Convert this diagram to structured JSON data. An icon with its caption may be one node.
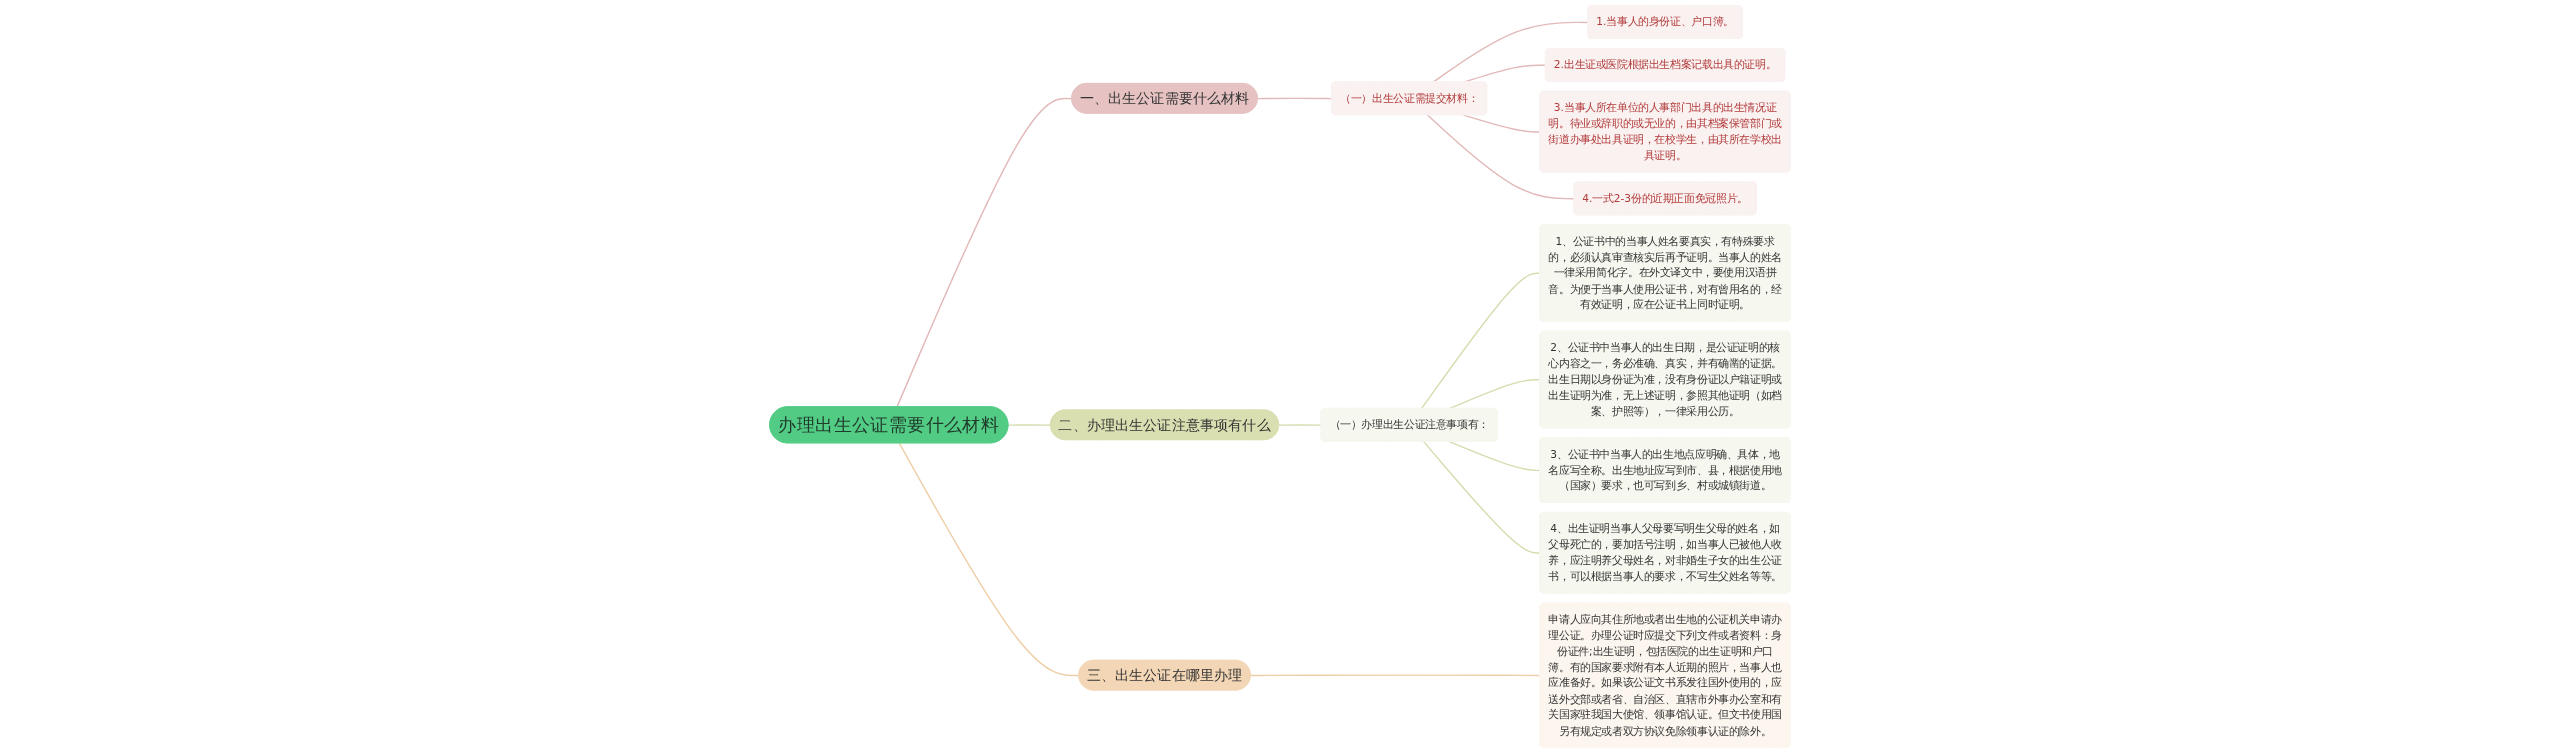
{
  "diagram": {
    "nodes": [
      {
        "text": [
          "办理出生公证需要什么材料"
        ]
      },
      {
        "text": [
          "一、出生公证需要什么材料"
        ]
      },
      {
        "text": [
          "（一）出生公证需提交材料："
        ]
      },
      {
        "text": [
          "1.当事人的身份证、户口簿。"
        ]
      },
      {
        "text": [
          "2.出生证或医院根据出生档案记载出具的证明。"
        ]
      },
      {
        "text": [
          "3.当事人所在单位的人事部门出具的出生情况证明。待业或辞职的或无业的，由其档案保管部门或街道办事处出具证明，在校学生，由其所在学校出具证明。"
        ]
      },
      {
        "text": [
          "4.一式2-3份的近期正面免冠照片。"
        ]
      },
      {
        "text": [
          "二、办理出生公证注意事项有什么"
        ]
      },
      {
        "text": [
          "（一）办理出生公证注意事项有："
        ]
      },
      {
        "text": [
          "1、公证书中的当事人姓名要真实，有特殊要求的，必须认真审查核实后再予证明。当事人的姓名一律采用简化字。在外文译文中，要使用汉语拼音。为便于当事人使用公证书，对有曾用名的，经有效证明，应在公证书上同时证明。"
        ]
      },
      {
        "text": [
          "2、公证书中当事人的出生日期，是公证证明的核心内容之一，务必准确、真实，并有确凿的证据。出生日期以身份证为准，没有身份证以户籍证明或出生证明为准，无上述证明，参照其他证明（如档案、护照等），一律采用公历。"
        ]
      },
      {
        "text": [
          "3、公证书中当事人的出生地点应明确、具体，地名应写全称。出生地址应写到市、县，根据使用地（国家）要求，也可写到乡、村或城镇街道。"
        ]
      },
      {
        "text": [
          "4、出生证明当事人父母要写明生父母的姓名，如父母死亡的，要加括号注明，如当事人已被他人收养，应注明养父母姓名，对非婚生子女的出生公证书，可以根据当事人的要求，不写生父姓名等等。"
        ]
      },
      {
        "text": [
          "三、出生公证在哪里办理"
        ]
      },
      {
        "text": [
          "申请人应向其住所地或者出生地的公证机关申请办理公证。办理公证时应提交下列文件或者资料：身份证件;出生证明，包括医院的出生证明和户口簿。有的国家要求附有本人近期的照片，当事人也应准备好。如果该公证文书系发往国外使用的，应送外交部或者省、自治区、直辖市外事办公室和有关国家驻我国大使馆、领事馆认证。但文书使用国另有规定或者双方协议免除领事认证的除外。"
        ]
      }
    ],
    "edges": [
      {
        "from": 0,
        "to": 1,
        "arrow": "none",
        "color": "#e2b8b8"
      },
      {
        "from": 1,
        "to": 2,
        "arrow": "none",
        "color": "#e2b8b8"
      },
      {
        "from": 2,
        "to": 3,
        "arrow": "none",
        "color": "#e2b8b8"
      },
      {
        "from": 2,
        "to": 4,
        "arrow": "none",
        "color": "#e2b8b8"
      },
      {
        "from": 2,
        "to": 5,
        "arrow": "none",
        "color": "#e2b8b8"
      },
      {
        "from": 2,
        "to": 6,
        "arrow": "none",
        "color": "#e2b8b8"
      },
      {
        "from": 0,
        "to": 7,
        "arrow": "none",
        "color": "#d6dcae"
      },
      {
        "from": 7,
        "to": 8,
        "arrow": "none",
        "color": "#d6dcae"
      },
      {
        "from": 8,
        "to": 9,
        "arrow": "none",
        "color": "#d6dcae"
      },
      {
        "from": 8,
        "to": 10,
        "arrow": "none",
        "color": "#d6dcae"
      },
      {
        "from": 8,
        "to": 11,
        "arrow": "none",
        "color": "#d6dcae"
      },
      {
        "from": 8,
        "to": 12,
        "arrow": "none",
        "color": "#d6dcae"
      },
      {
        "from": 0,
        "to": 13,
        "arrow": "none",
        "color": "#efcfa8"
      },
      {
        "from": 13,
        "to": 14,
        "arrow": "none",
        "color": "#efcfa8"
      }
    ]
  }
}
